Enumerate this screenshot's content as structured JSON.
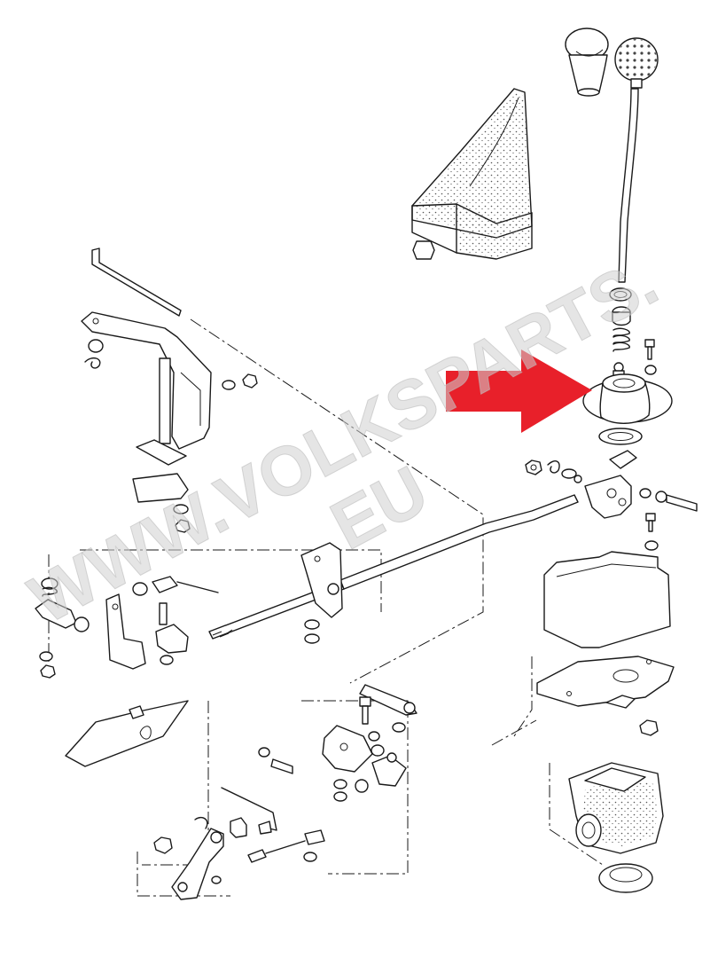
{
  "watermark": {
    "line1": "WWW.VOLKSPARTS.",
    "line2": "EU"
  },
  "highlight": {
    "arrow_color": "#e8202a",
    "target": "gear-shift-lever-housing"
  },
  "colors": {
    "line": "#1a1a1a",
    "background": "#ffffff",
    "stipple": "#555555"
  }
}
